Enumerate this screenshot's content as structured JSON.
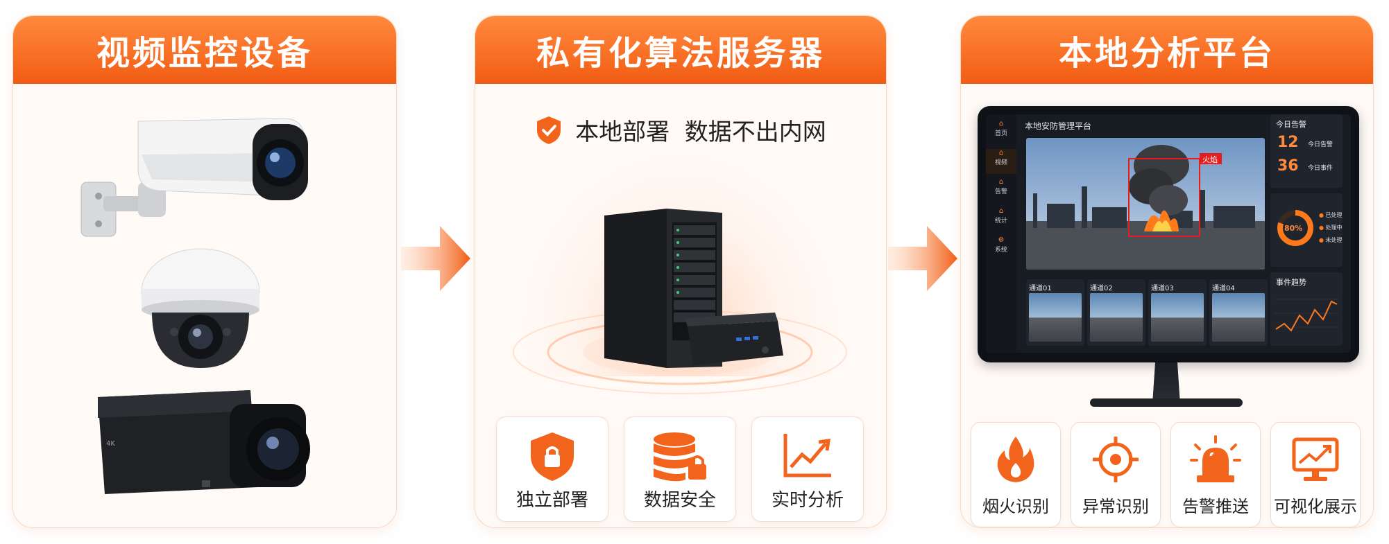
{
  "panels": [
    {
      "title": "视频监控设备"
    },
    {
      "title": "私有化算法服务器",
      "tagline": "本地部署  数据不出内网",
      "features": [
        "独立部署",
        "数据安全",
        "实时分析"
      ]
    },
    {
      "title": "本地分析平台",
      "features": [
        "烟火识别",
        "异常识别",
        "告警推送",
        "可视化展示"
      ]
    }
  ],
  "screen": {
    "title": "本地安防管理平台",
    "sidebar": [
      "首页",
      "视频",
      "告警",
      "统计",
      "系统"
    ],
    "alert_label": "火焰",
    "today_alerts": {
      "title": "今日告警",
      "count1": "12",
      "label1": "今日告警",
      "count2": "36",
      "label2": "今日事件"
    },
    "donut": {
      "percent": "80%",
      "percent_value": 80,
      "legend": [
        "已处理",
        "处理中",
        "未处理"
      ]
    },
    "channels": [
      "通道01",
      "通道02",
      "通道03",
      "通道04"
    ],
    "trend_title": "事件趋势"
  },
  "colors": {
    "accent": "#f25c14",
    "accent_light": "#ff8a3d",
    "dark": "#171b22"
  }
}
